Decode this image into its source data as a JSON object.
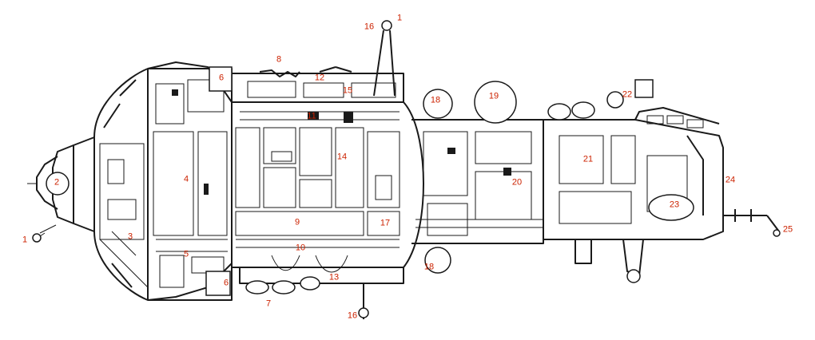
{
  "labels": [
    {
      "id": "l16-top",
      "text": "16"
    },
    {
      "id": "l1-top",
      "text": "1"
    },
    {
      "id": "l8",
      "text": "8"
    },
    {
      "id": "l6-top",
      "text": "6"
    },
    {
      "id": "l12",
      "text": "12"
    },
    {
      "id": "l15",
      "text": "15"
    },
    {
      "id": "l18-top",
      "text": "18"
    },
    {
      "id": "l19",
      "text": "19"
    },
    {
      "id": "l22",
      "text": "22"
    },
    {
      "id": "l11",
      "text": "11"
    },
    {
      "id": "l14",
      "text": "14"
    },
    {
      "id": "l2",
      "text": "2"
    },
    {
      "id": "l4",
      "text": "4"
    },
    {
      "id": "l20",
      "text": "20"
    },
    {
      "id": "l21",
      "text": "21"
    },
    {
      "id": "l24",
      "text": "24"
    },
    {
      "id": "l23",
      "text": "23"
    },
    {
      "id": "l9",
      "text": "9"
    },
    {
      "id": "l17",
      "text": "17"
    },
    {
      "id": "l3",
      "text": "3"
    },
    {
      "id": "l1-left",
      "text": "1"
    },
    {
      "id": "l5",
      "text": "5"
    },
    {
      "id": "l10",
      "text": "10"
    },
    {
      "id": "l18-bot",
      "text": "18"
    },
    {
      "id": "l13",
      "text": "13"
    },
    {
      "id": "l6-bot",
      "text": "6"
    },
    {
      "id": "l7",
      "text": "7"
    },
    {
      "id": "l16-bot",
      "text": "16"
    },
    {
      "id": "l25",
      "text": "25"
    }
  ],
  "colors": {
    "label": "#cc2200",
    "ink": "#1a1a1a",
    "background": "#ffffff"
  }
}
